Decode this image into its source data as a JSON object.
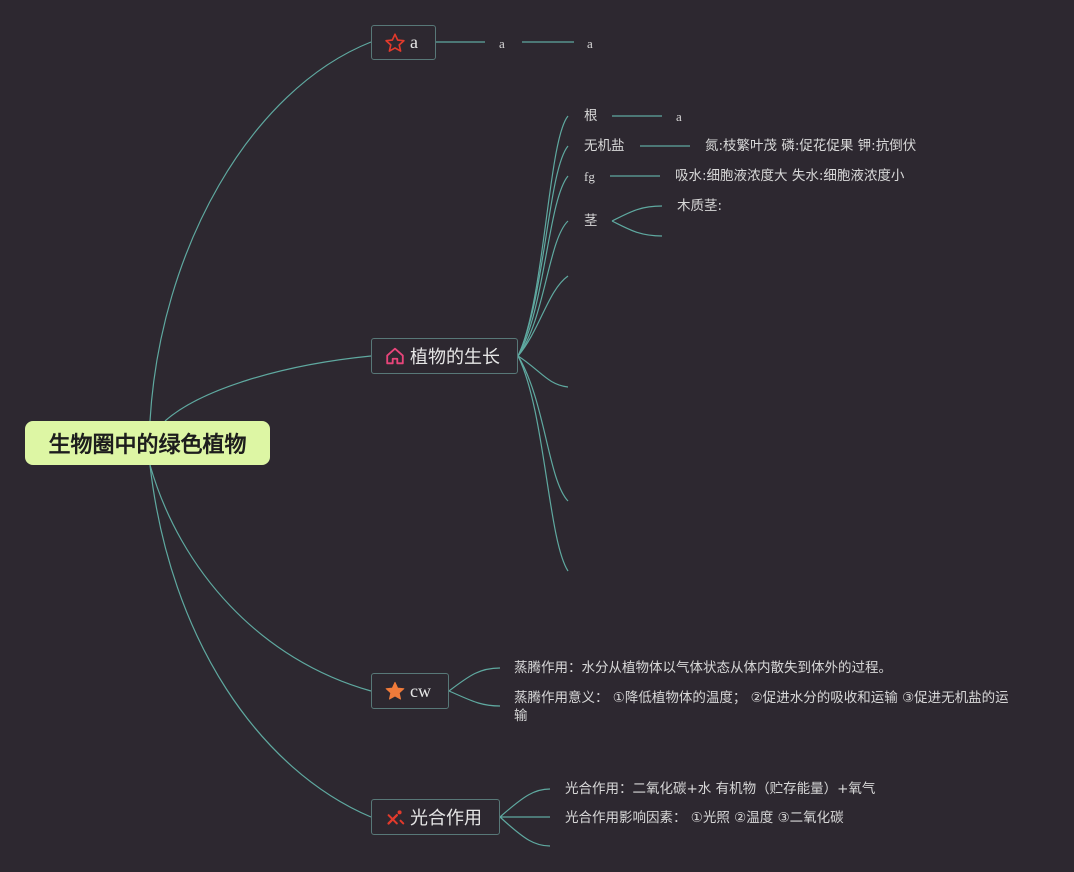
{
  "root": {
    "title": "生物圈中的绿色植物"
  },
  "icons": {
    "topic1": "star-outline-icon",
    "topic2": "house-icon",
    "topic3": "star-filled-icon",
    "topic4": "cross-tools-icon"
  },
  "colors": {
    "background": "#2d2830",
    "root_fill": "#ddf6a4",
    "link": "#5fa9a0",
    "topic_border": "#587878",
    "icon_red": "#e23a2c",
    "icon_pink": "#e8457a",
    "icon_orange": "#f07b3a"
  },
  "topic1": {
    "title": "a",
    "child": "a",
    "grandchild": "a"
  },
  "topic2": {
    "title": "植物的生长",
    "children": [
      {
        "label": "根",
        "detail": "a"
      },
      {
        "label": "无机盐",
        "detail": "氮:枝繁叶茂 磷:促花促果 钾:抗倒伏"
      },
      {
        "label": "fg",
        "detail": "吸水:细胞液浓度大 失水:细胞液浓度小"
      },
      {
        "label": "茎",
        "detail": "木质茎:"
      }
    ]
  },
  "topic3": {
    "title": "cw",
    "children": [
      "蒸腾作用：水分从植物体以气体状态从体内散失到体外的过程。",
      "蒸腾作用意义： ①降低植物体的温度； ②促进水分的吸收和运输 ③促进无机盐的运输"
    ]
  },
  "topic4": {
    "title": "光合作用",
    "children": [
      "光合作用：二氧化碳+水 有机物（贮存能量）+氧气",
      "光合作用影响因素： ①光照 ②温度 ③二氧化碳"
    ]
  }
}
